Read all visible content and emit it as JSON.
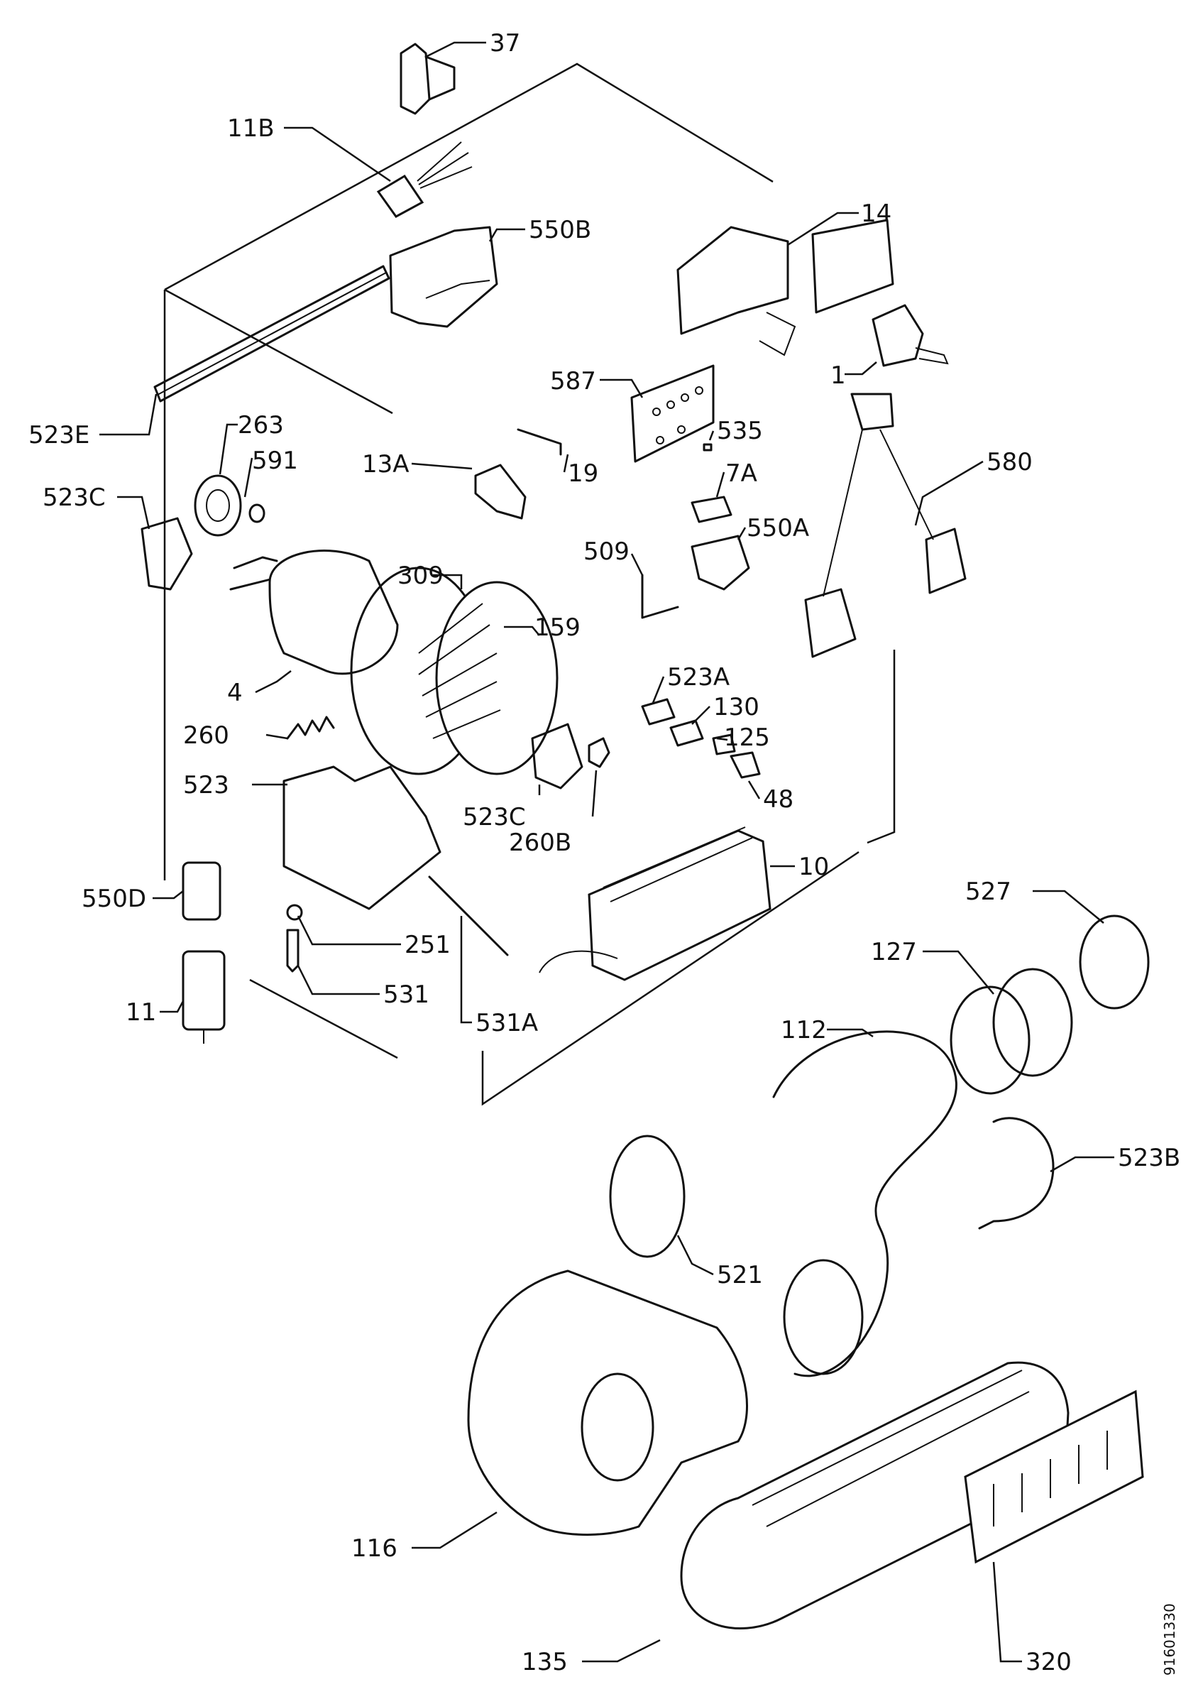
{
  "labels": {
    "p37": "37",
    "p11b": "11B",
    "p550b": "550B",
    "p14": "14",
    "p1": "1",
    "p587": "587",
    "p523e": "523E",
    "p263": "263",
    "p535": "535",
    "p591": "591",
    "p13a": "13A",
    "p19": "19",
    "p580": "580",
    "p523c_top": "523C",
    "p7a": "7A",
    "p509": "509",
    "p550a": "550A",
    "p309": "309",
    "p159": "159",
    "p4": "4",
    "p523a": "523A",
    "p130": "130",
    "p125": "125",
    "p260": "260",
    "p48": "48",
    "p523": "523",
    "p523c_bot": "523C",
    "p260b": "260B",
    "p10": "10",
    "p527": "527",
    "p550d": "550D",
    "p251": "251",
    "p127": "127",
    "p531": "531",
    "p11": "11",
    "p531a": "531A",
    "p112": "112",
    "p523b": "523B",
    "p521": "521",
    "p116": "116",
    "p135": "135",
    "p320": "320"
  },
  "doc_id": "91601330"
}
